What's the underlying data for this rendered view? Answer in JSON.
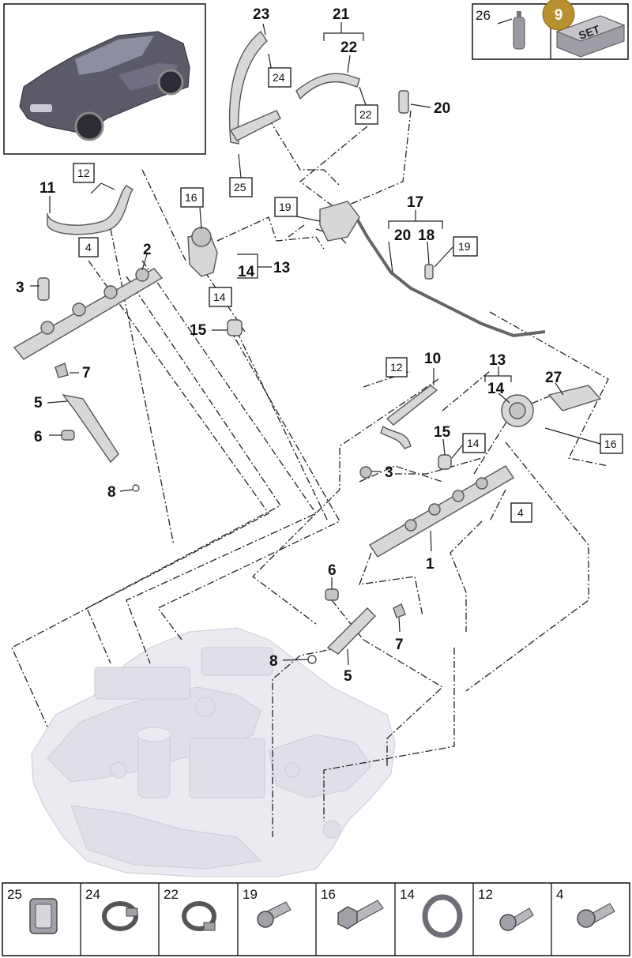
{
  "callouts": {
    "c1": "1",
    "c2": "2",
    "c3a": "3",
    "c3b": "3",
    "c4a": "4",
    "c4b": "4",
    "c5a": "5",
    "c5b": "5",
    "c6a": "6",
    "c6b": "6",
    "c7a": "7",
    "c7b": "7",
    "c8a": "8",
    "c8b": "8",
    "c9": "9",
    "c10": "10",
    "c11": "11",
    "c12a": "12",
    "c12b": "12",
    "c13a": "13",
    "c13b": "13",
    "c14a": "14",
    "c14b": "14",
    "c14c": "14",
    "c14d": "14",
    "c15a": "15",
    "c15b": "15",
    "c16a": "16",
    "c16b": "16",
    "c17": "17",
    "c18": "18",
    "c19a": "19",
    "c19b": "19",
    "c20a": "20",
    "c20b": "20",
    "c21": "21",
    "c22a": "22",
    "c22b": "22",
    "c23": "23",
    "c24": "24",
    "c25": "25",
    "c26": "26",
    "c27": "27"
  },
  "set_label": "SET",
  "parts_tray": [
    "25",
    "24",
    "22",
    "19",
    "16",
    "14",
    "12",
    "4"
  ]
}
